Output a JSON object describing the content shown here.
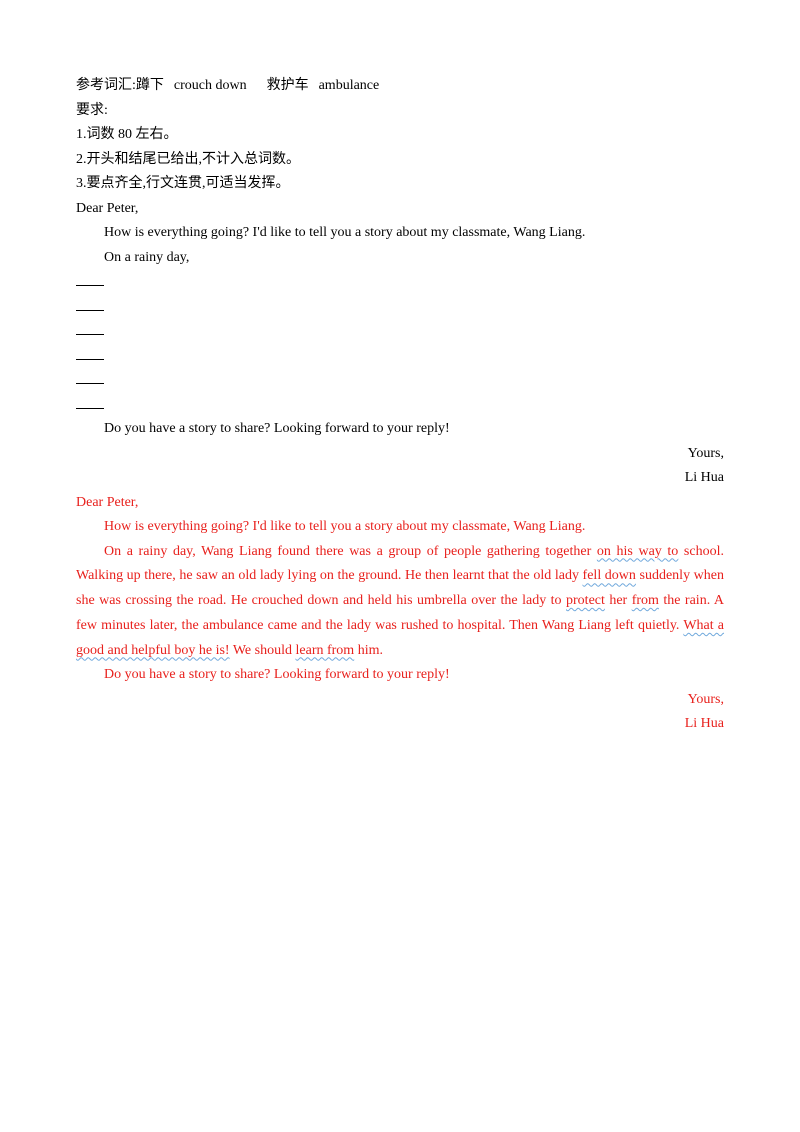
{
  "prompt": {
    "ref_vocab_label": "参考词汇:",
    "vocab": [
      {
        "zh": "蹲下",
        "en": "crouch down"
      },
      {
        "zh": "救护车",
        "en": "ambulance"
      }
    ],
    "requirements_label": "要求:",
    "requirements": [
      "1.词数 80 左右。",
      "2.开头和结尾已给出,不计入总词数。",
      "3.要点齐全,行文连贯,可适当发挥。"
    ],
    "salutation": "Dear Peter,",
    "opening": "How is everything going? I'd like to tell you a story about my classmate, Wang Liang.",
    "start": "On a rainy day,",
    "closing": "Do you have a story to share? Looking forward to your reply!",
    "signoff": "Yours,",
    "signature": "Li Hua"
  },
  "answer": {
    "salutation": "Dear Peter,",
    "opening": "How is everything going? I'd like to tell you a story about my classmate, Wang Liang.",
    "body_segments": [
      "On a rainy day, Wang Liang found there was a group of people gathering together ",
      "on his way to",
      " school. Walking up there, he saw an old lady lying on the ground. He then learnt that the old lady ",
      "fell down",
      " suddenly when she was crossing the road. He crouched down and held his umbrella over the lady to ",
      "protect",
      " her ",
      "from",
      " the rain. A few minutes later, the ambulance came and the lady was rushed to hospital. Then Wang Liang left quietly. ",
      "What a good and helpful boy he is!",
      " We should ",
      "learn from",
      " him."
    ],
    "closing": "Do you have a story to share? Looking forward to your reply!",
    "signoff": "Yours,",
    "signature": "Li Hua"
  }
}
